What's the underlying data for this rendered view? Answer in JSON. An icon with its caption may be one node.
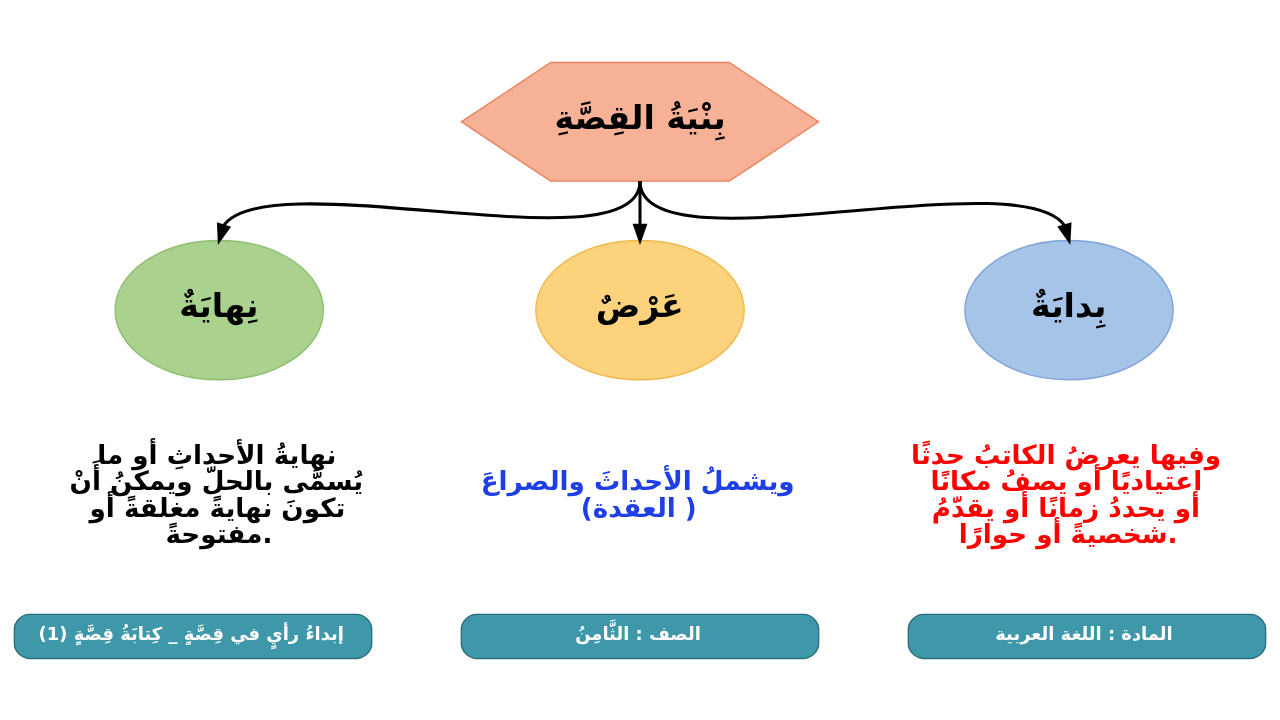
{
  "diagram": {
    "nodes": [
      {
        "text": [
          "بِنْيَةُ القِصَّةِ"
        ]
      },
      {
        "text": [
          "بِدايَةٌ"
        ],
        "beside": [
          "وفيها يعرضُ الكاتبُ حدثًا اعتياديًا أو يصفُ مكانًا أو يحددُ زمانًا أو يقدّمُ شخصيةً أو حوارًا."
        ]
      },
      {
        "text": [
          "عَرْضٌ"
        ],
        "beside": [
          "ويشملُ الأحداثَ والصراعَ (العقدة )"
        ]
      },
      {
        "text": [
          "نِهايَةٌ"
        ],
        "beside": [
          "نهايةُ الأحداثِ أو ما يُسمَّى بالحلّ ويمكنُ أَنْ تكونَ نهايةً مغلقةً أو مفتوحةً."
        ]
      },
      {
        "text": [
          "المادة : اللغة العربية"
        ]
      },
      {
        "text": [
          "الصف : الثَّامِنُ"
        ]
      },
      {
        "text": [
          "إبداءُ رأيٍ في قِصَّةٍ _ كِتابَةُ قِصَّةٍ (1)"
        ]
      }
    ],
    "edges": [
      {
        "from": 0,
        "to": 1,
        "arrow": "to"
      },
      {
        "from": 0,
        "to": 2,
        "arrow": "to"
      },
      {
        "from": 0,
        "to": 3,
        "arrow": "to"
      }
    ]
  }
}
